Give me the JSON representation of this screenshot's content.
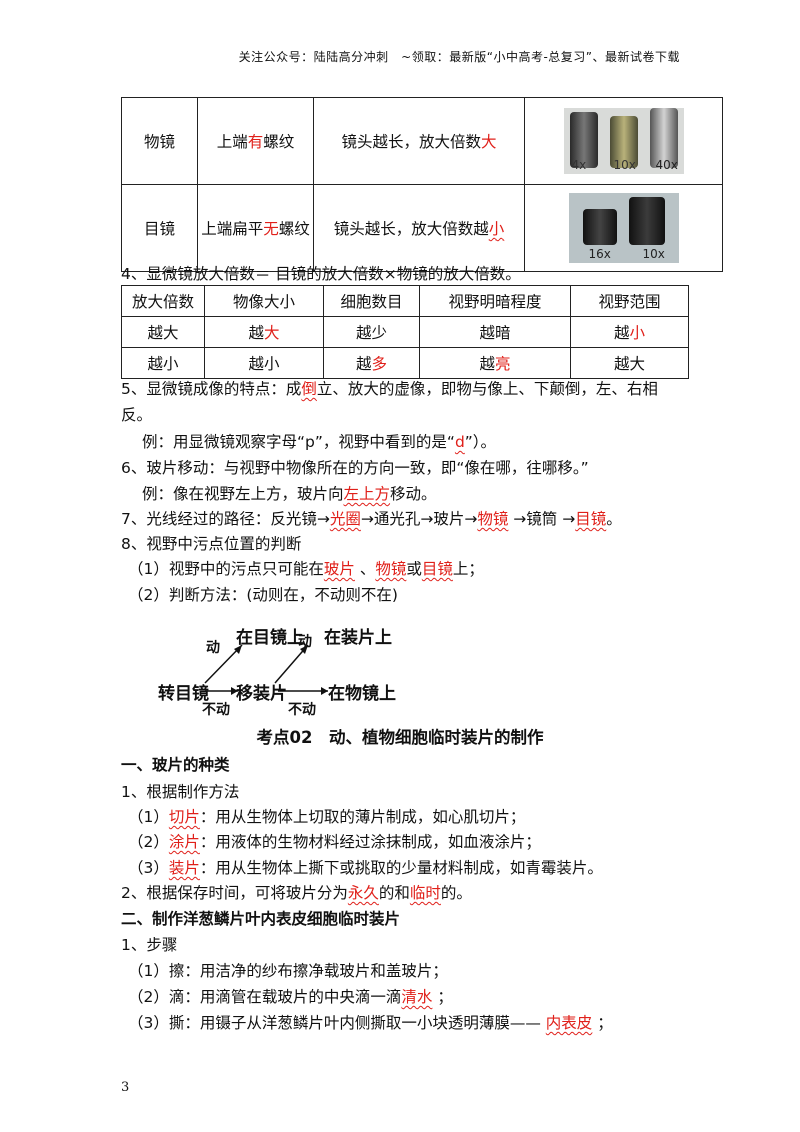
{
  "header": "关注公众号：陆陆高分冲刺　~领取：最新版“小中高考-总复习”、最新试卷下载",
  "lens_table": {
    "rows": [
      {
        "name": "物镜",
        "feature_pre": "上端",
        "feature_red": "有",
        "feature_post": "螺纹",
        "rule_pre": "镜头越长，放大倍数",
        "rule_red": "大",
        "photo_labels": [
          "4x",
          "10x",
          "40x"
        ]
      },
      {
        "name": "目镜",
        "feature_pre": "上端扁平",
        "feature_red": "无",
        "feature_post": "螺纹",
        "rule_pre": "镜头越长，放大倍数越",
        "rule_red": "小",
        "photo_labels": [
          "16x",
          "10x"
        ]
      }
    ]
  },
  "line4": "4、显微镜放大倍数＝ 目镜的放大倍数×物镜的放大倍数。",
  "mag_table": {
    "headers": [
      "放大倍数",
      "物像大小",
      "细胞数目",
      "视野明暗程度",
      "视野范围"
    ],
    "rows": [
      [
        [
          "越大",
          ""
        ],
        [
          "越",
          "大"
        ],
        [
          "越少",
          ""
        ],
        [
          "越暗",
          ""
        ],
        [
          "越",
          "小"
        ]
      ],
      [
        [
          "越小",
          ""
        ],
        [
          "越小",
          ""
        ],
        [
          "越",
          "多"
        ],
        [
          "越",
          "亮"
        ],
        [
          "越大",
          ""
        ]
      ]
    ]
  },
  "line5a_pre": "5、显微镜成像的特点：成",
  "line5a_red": "倒",
  "line5a_post": "立、放大的虚像，即物与像上、下颠倒，左、右相",
  "line5b": "反。",
  "ex1_pre": "例：用显微镜观察字母“p”，视野中看到的是“",
  "ex1_red": "d",
  "ex1_post": "”）。",
  "line6": "6、玻片移动：与视野中物像所在的方向一致，即“像在哪，往哪移。”",
  "ex2_pre": "例：像在视野左上方，玻片向",
  "ex2_red": "左上方",
  "ex2_post": "移动。",
  "line7": {
    "a": "7、光线经过的路径：反光镜→",
    "b": "光圈",
    "c": "→通光孔→玻片→",
    "d": "物镜",
    "e": " →镜筒 →",
    "f": "目镜",
    "g": "。"
  },
  "line8": "8、视野中污点位置的判断",
  "line8_1": {
    "a": "（1）视野中的污点只可能在",
    "b": "玻片",
    "c": " 、",
    "d": "物镜",
    "e": "或",
    "f": "目镜",
    "g": "上；"
  },
  "line8_2": "（2）判断方法：(动则在，不动则不在)",
  "flow": {
    "start": "转目镜",
    "mid": "移装片",
    "top1": "在目镜上",
    "top2": "在装片上",
    "bottom2": "在物镜上",
    "dong": "动",
    "budong": "不动"
  },
  "section_title": "考点02　动、植物细胞临时装片的制作",
  "h1": "一、玻片的种类",
  "p1": "1、根据制作方法",
  "p1_items": [
    {
      "pre": "（1）",
      "red": "切片",
      "post": "：用从生物体上切取的薄片制成，如心肌切片；"
    },
    {
      "pre": "（2）",
      "red": "涂片",
      "post": "：用液体的生物材料经过涂抹制成，如血液涂片；"
    },
    {
      "pre": "（3）",
      "red": "装片",
      "post": "：用从生物体上撕下或挑取的少量材料制成，如青霉装片。"
    }
  ],
  "p2": {
    "a": "2、根据保存时间，可将玻片分为",
    "b": "永久",
    "c": "的和",
    "d": "临时",
    "e": "的。"
  },
  "h2": "二、制作洋葱鳞片叶内表皮细胞临时装片",
  "p3": "1、步骤",
  "steps": [
    {
      "pre": "（1）擦：用洁净的纱布擦净载玻片和盖玻片；",
      "red": "",
      "post": ""
    },
    {
      "pre": "（2）滴：用滴管在载玻片的中央滴一滴",
      "red": "清水",
      "post": " ；"
    },
    {
      "pre": "（3）撕：用镊子从洋葱鳞片叶内侧撕取一小块透明薄膜—— ",
      "red": "内表皮",
      "post": " ；"
    }
  ],
  "page_number": "3"
}
